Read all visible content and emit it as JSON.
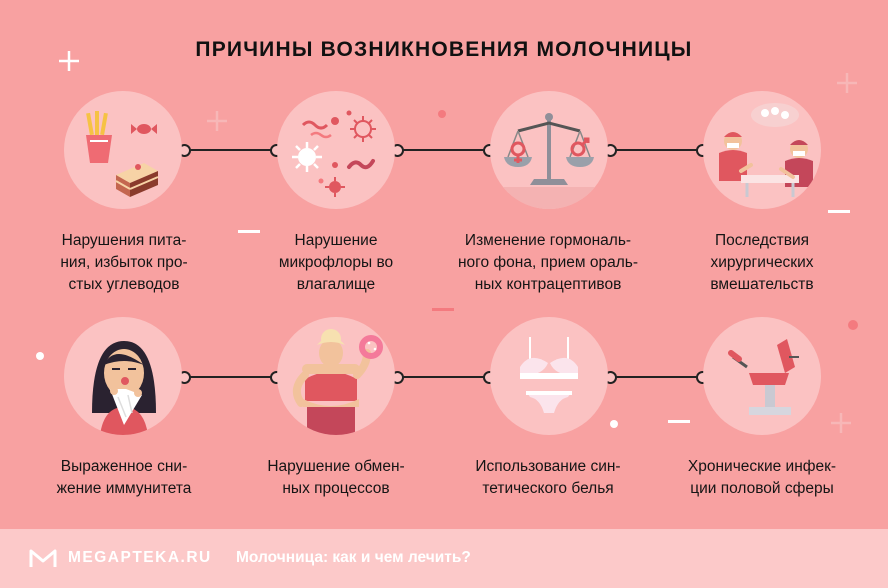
{
  "title": "ПРИЧИНЫ ВОЗНИКНОВЕНИЯ МОЛОЧНИЦЫ",
  "causes": [
    {
      "label": "Нарушения пита-\nния, избыток про-\nстых углеводов",
      "icon": "food-icon"
    },
    {
      "label": "Нарушение\nмикрофлоры во\nвлагалище",
      "icon": "microbes-icon"
    },
    {
      "label": "Изменение гормональ-\nного фона, прием ораль-\nных контрацептивов",
      "icon": "scales-gender-icon"
    },
    {
      "label": "Последствия\nхирургических\nвмешательств",
      "icon": "surgeons-icon"
    },
    {
      "label": "Выраженное сни-\nжение иммунитета",
      "icon": "sick-woman-icon"
    },
    {
      "label": "Нарушение обмен-\nных процессов",
      "icon": "woman-donut-icon"
    },
    {
      "label": "Использование син-\nтетического белья",
      "icon": "lingerie-icon"
    },
    {
      "label": "Хронические инфек-\nции половой сферы",
      "icon": "gyno-chair-icon"
    }
  ],
  "footer": {
    "brand": "MEGAPTEKA.RU",
    "text": "Молочница: как и чем лечить?"
  },
  "colors": {
    "background": "#f8a1a1",
    "circle": "#fbc2c2",
    "footer": "#fcc9c9",
    "accent": "#e0575f"
  }
}
